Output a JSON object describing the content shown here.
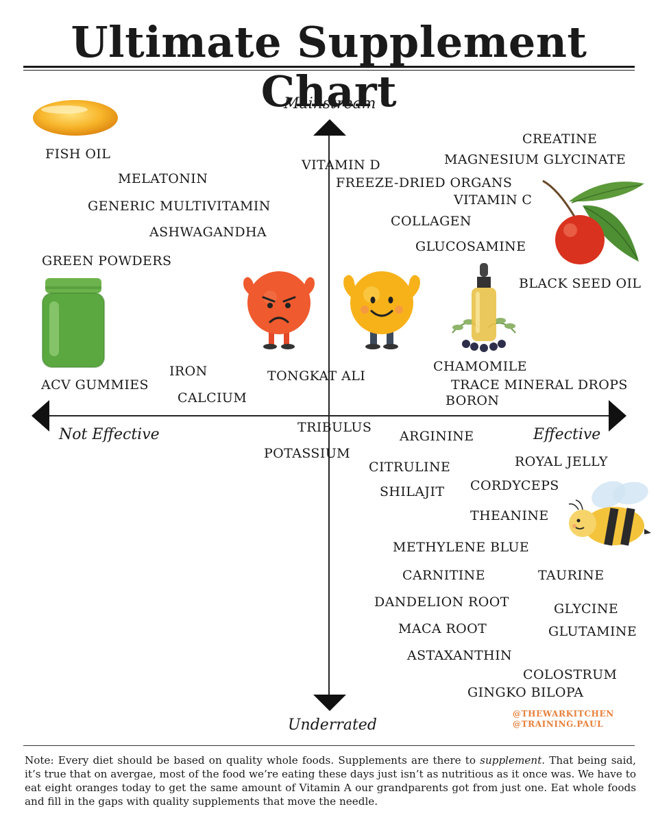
{
  "title": "Ultimate Supplement Chart",
  "axes": {
    "top": "Mainstream",
    "bottom": "Underrated",
    "left": "Not Effective",
    "right": "Effective"
  },
  "supplements": {
    "fish_oil": "FISH OIL",
    "melatonin": "MELATONIN",
    "generic_multivitamin": "GENERIC MULTIVITAMIN",
    "ashwagandha": "ASHWAGANDHA",
    "green_powders": "GREEN POWDERS",
    "acv_gummies": "ACV GUMMIES",
    "iron": "IRON",
    "calcium": "CALCIUM",
    "tongkat_ali": "TONGKAT ALI",
    "vitamin_d": "VITAMIN D",
    "creatine": "CREATINE",
    "magnesium_glycinate": "MAGNESIUM GLYCINATE",
    "freeze_dried_organs": "FREEZE-DRIED ORGANS",
    "vitamin_c": "VITAMIN C",
    "collagen": "COLLAGEN",
    "glucosamine": "GLUCOSAMINE",
    "black_seed_oil": "BLACK SEED OIL",
    "chamomile": "CHAMOMILE",
    "trace_mineral_drops": "TRACE MINERAL DROPS",
    "boron": "BORON",
    "tribulus": "TRIBULUS",
    "potassium": "POTASSIUM",
    "arginine": "ARGININE",
    "citruline": "CITRULINE",
    "shilajit": "SHILAJIT",
    "royal_jelly": "ROYAL JELLY",
    "cordyceps": "CORDYCEPS",
    "theanine": "THEANINE",
    "methylene_blue": "METHYLENE BLUE",
    "carnitine": "CARNITINE",
    "taurine": "TAURINE",
    "dandelion_root": "DANDELION ROOT",
    "glycine": "GLYCINE",
    "maca_root": "MACA ROOT",
    "glutamine": "GLUTAMINE",
    "astaxanthin": "ASTAXANTHIN",
    "colostrum": "COLOSTRUM",
    "gingko_bilopa": "GINGKO BILOPA"
  },
  "credits": {
    "line1": "@THEWARKITCHEN",
    "line2": "@TRAINING.PAUL"
  },
  "note": {
    "before": "Note: Every diet should be based on quality whole foods. Supplements are there to ",
    "emphasis": "supplement",
    "after": ". That being said, it’s true that on avergae, most of the food we’re eating these days just isn’t as nutritious as it once was. We have to eat eight oranges today to get the same amount of Vitamin A our grandparents got from just one. Eat whole foods and fill in the gaps with quality supplements that move the needle."
  },
  "colors": {
    "credit": "#e8803a",
    "angry_orange": "#ef5a2e",
    "happy_orange": "#f7b21a",
    "green_jar": "#5aa83f",
    "cherry": "#d9321f"
  }
}
